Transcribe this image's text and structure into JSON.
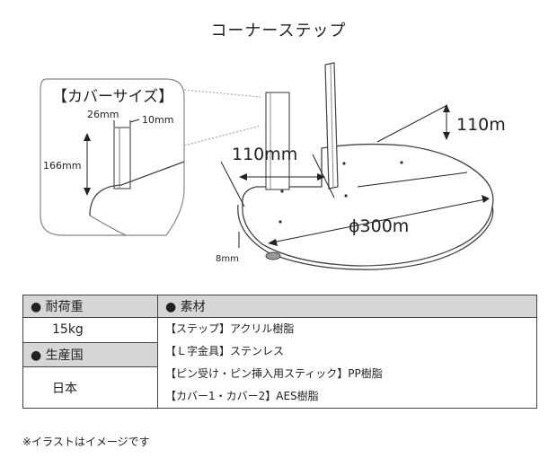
{
  "title": "コーナーステップ",
  "diagram": {
    "cover_label": "【カバーサイズ】",
    "cover_width": "26mm",
    "cover_thickness": "10mm",
    "cover_height": "166mm",
    "dim_front": "110mm",
    "dim_side": "110m",
    "dim_diameter": "ϕ300m",
    "dim_thickness": "8mm"
  },
  "table": {
    "load_header": "● 耐荷重",
    "load_value": "15kg",
    "material_header": "● 素材",
    "origin_header": "● 生産国",
    "origin_value": "日本",
    "materials": [
      "【ステップ】アクリル樹脂",
      "【Ｌ字金具】ステンレス",
      "【ピン受け・ピン挿入用スティック】PP樹脂",
      "【カバー1・カバー2】AES樹脂"
    ]
  },
  "note": "※イラストはイメージです"
}
